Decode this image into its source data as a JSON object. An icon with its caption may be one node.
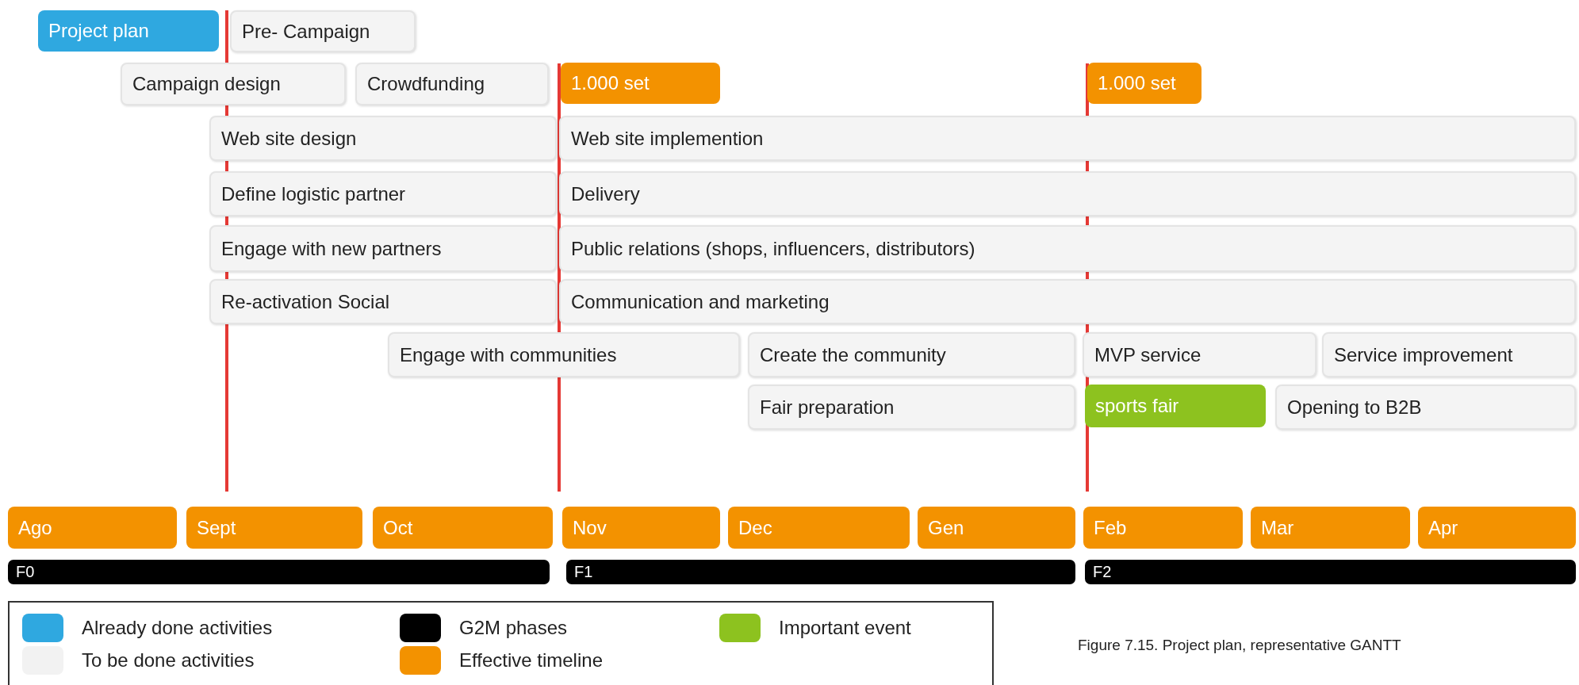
{
  "diagram": {
    "caption": "Figure 7.15. Project plan, representative GANTT",
    "nodes": [
      {
        "text": [
          "Project plan"
        ]
      },
      {
        "text": [
          "Pre- Campaign"
        ]
      },
      {
        "text": [
          "Campaign design"
        ]
      },
      {
        "text": [
          "Crowdfunding"
        ]
      },
      {
        "text": [
          "1.000 set"
        ]
      },
      {
        "text": [
          "1.000 set"
        ]
      },
      {
        "text": [
          "Web site design"
        ]
      },
      {
        "text": [
          "Web site implemention"
        ]
      },
      {
        "text": [
          "Define logistic partner"
        ]
      },
      {
        "text": [
          "Delivery"
        ]
      },
      {
        "text": [
          "Engage with new partners"
        ]
      },
      {
        "text": [
          "Public relations (shops, influencers, distributors)"
        ]
      },
      {
        "text": [
          "Re-activation Social"
        ]
      },
      {
        "text": [
          "Communication and marketing"
        ]
      },
      {
        "text": [
          "Engage with communities"
        ]
      },
      {
        "text": [
          "Create the community"
        ]
      },
      {
        "text": [
          "MVP service"
        ]
      },
      {
        "text": [
          "Service improvement"
        ]
      },
      {
        "text": [
          "Fair preparation"
        ]
      },
      {
        "text": [
          "sports fair"
        ]
      },
      {
        "text": [
          "Opening to B2B"
        ]
      },
      {
        "text": [
          "Ago"
        ]
      },
      {
        "text": [
          "Sept"
        ]
      },
      {
        "text": [
          "Oct"
        ]
      },
      {
        "text": [
          "Nov"
        ]
      },
      {
        "text": [
          "Dec"
        ]
      },
      {
        "text": [
          "Gen"
        ]
      },
      {
        "text": [
          "Feb"
        ]
      },
      {
        "text": [
          "Mar"
        ]
      },
      {
        "text": [
          "Apr"
        ]
      },
      {
        "text": [
          "F0"
        ]
      },
      {
        "text": [
          "F1"
        ]
      },
      {
        "text": [
          "F2"
        ]
      }
    ],
    "legend": [
      {
        "text": "Already done activities",
        "color": "#2fa8e0"
      },
      {
        "text": "To be done activities",
        "color": "#f2f2f2"
      },
      {
        "text": "G2M phases",
        "color": "#000000"
      },
      {
        "text": "Effective timeline",
        "color": "#f39200"
      },
      {
        "text": "Important event",
        "color": "#8dc21f"
      }
    ]
  }
}
